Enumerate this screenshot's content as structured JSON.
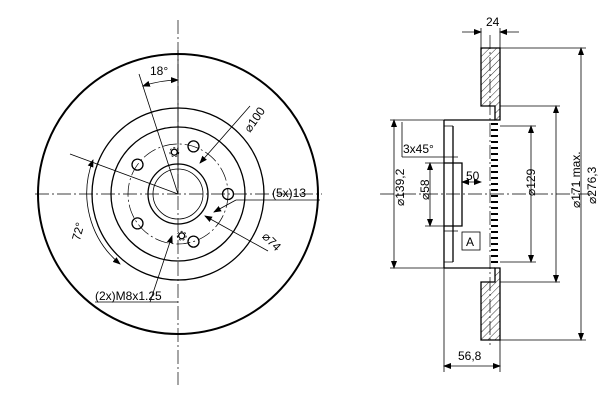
{
  "front_view": {
    "angle_bolt": "18°",
    "pcd": "100",
    "stud_holes": "(5x)13",
    "angle_step": "72°",
    "center_bore": "74",
    "threaded_holes": "(2x)M8x1.25"
  },
  "section_view": {
    "thickness": "24",
    "chamfer": "3x45°",
    "bore": "58",
    "hat_od": "139,2",
    "depth_50": "50",
    "inner_129": "129",
    "max_dia": "171 max.",
    "outer_dia": "276,3",
    "section_tag": "A",
    "total_height": "56,8"
  },
  "symbols": {
    "diameter": "⌀"
  }
}
